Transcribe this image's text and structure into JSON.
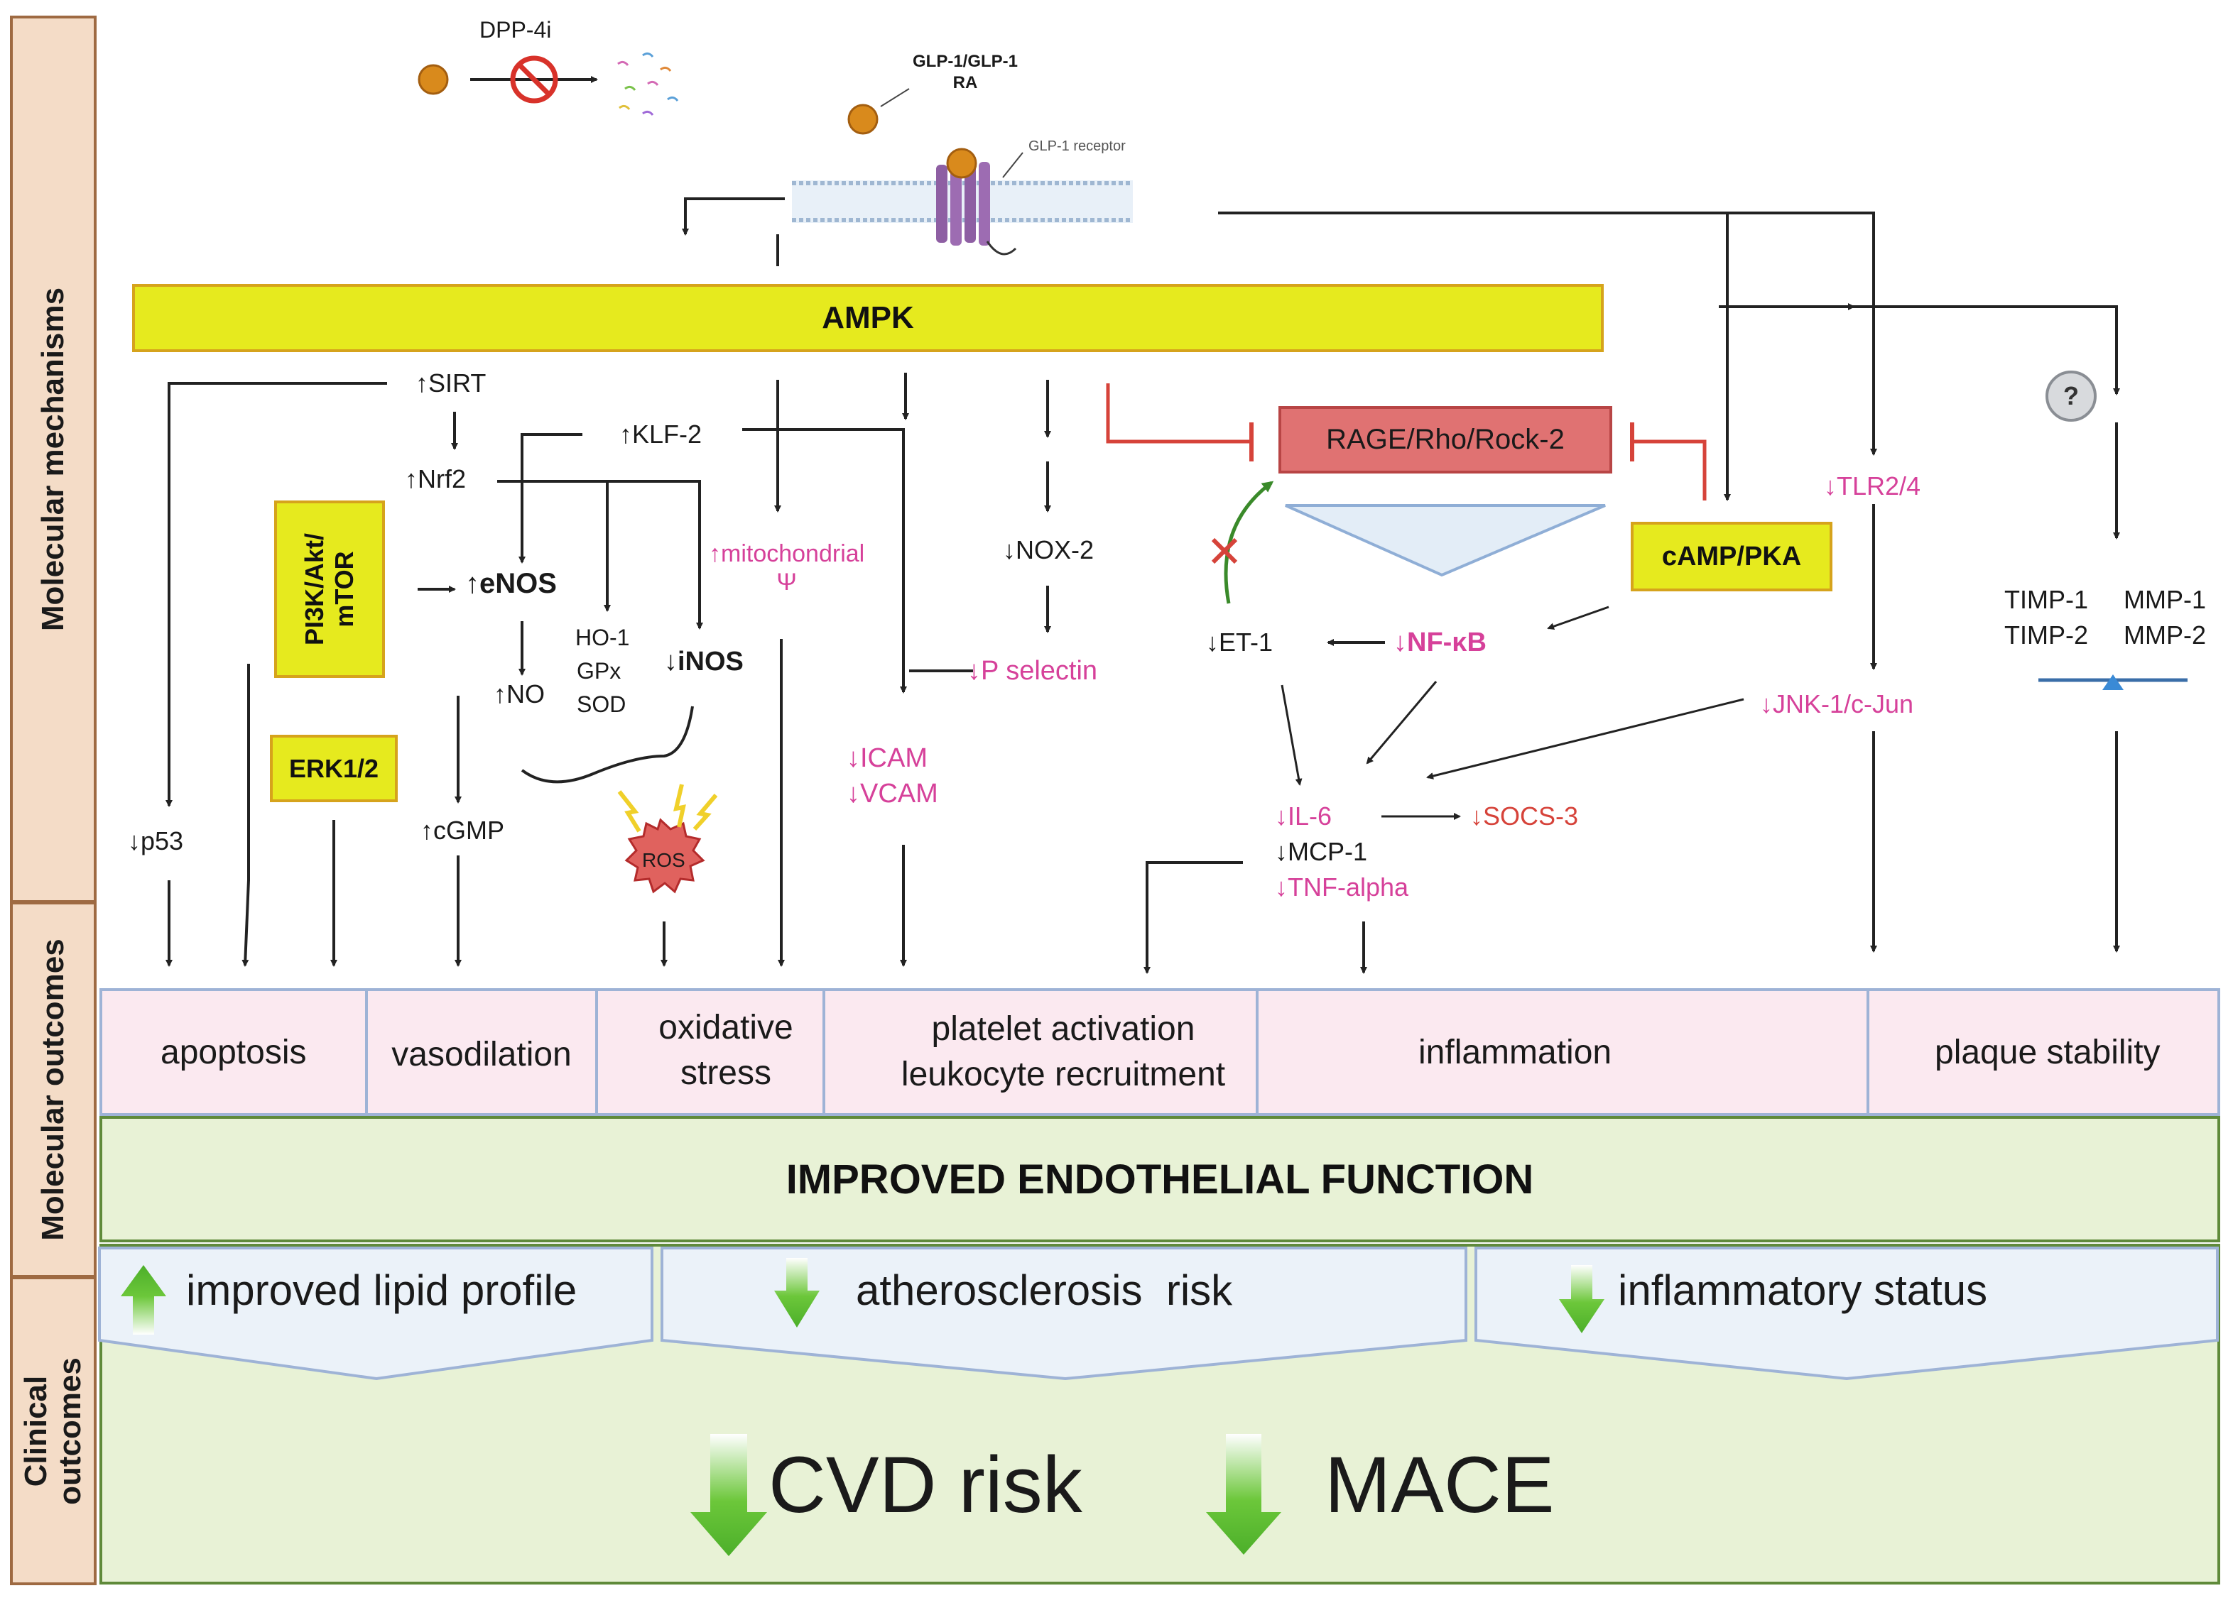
{
  "sidebar": {
    "molecular_mechanisms": "Molecular mechanisms",
    "molecular_outcomes": "Molecular outcomes",
    "clinical_outcomes": "Clinical outcomes"
  },
  "top": {
    "dpp4i": "DPP-4i",
    "glp1_line1": "GLP-1/GLP-1",
    "glp1_line2": "RA",
    "receptor": "GLP-1 receptor"
  },
  "ampk": "AMPK",
  "mechanisms": {
    "sirt": "↑SIRT",
    "nrf2": "↑Nrf2",
    "klf2": "↑KLF-2",
    "pi3k": "PI3K/Akt/ mTOR",
    "erk": "ERK1/2",
    "enos": "↑eNOS",
    "no": "↑NO",
    "ho1": "HO-1",
    "gpx": "GPx",
    "sod": "SOD",
    "inos": "↓iNOS",
    "cgmp": "↑cGMP",
    "p53": "↓p53",
    "ros": "ROS",
    "mito_line1": "↑mitochondrial",
    "mito_line2": "Ψ",
    "nox2": "↓NOX-2",
    "pselectin": "↓P selectin",
    "icam": "↓ICAM",
    "vcam": "↓VCAM",
    "rage": "RAGE/Rho/Rock-2",
    "camp": "cAMP/PKA",
    "et1": "↓ET-1",
    "nfkb": "↓NF-κB",
    "il6": "↓IL-6",
    "socs3": "↓SOCS-3",
    "mcp1": "↓MCP-1",
    "tnf": "↓TNF-alpha",
    "tlr": "↓TLR2/4",
    "jnk": "↓JNK-1/c-Jun",
    "question": "?",
    "timp1": "TIMP-1",
    "timp2": "TIMP-2",
    "mmp1": "MMP-1",
    "mmp2": "MMP-2"
  },
  "outcomes": {
    "apoptosis": "apoptosis",
    "vasodilation": "vasodilation",
    "oxidative_line1": "oxidative",
    "oxidative_line2": "stress",
    "platelet": "platelet activation",
    "leukocyte": "leukocyte recruitment",
    "inflammation": "inflammation",
    "plaque": "plaque stability"
  },
  "improved": "IMPROVED ENDOTHELIAL FUNCTION",
  "clinical": {
    "lipid": "improved lipid profile",
    "athero": "atherosclerosis  risk",
    "inflam_status": "inflammatory status",
    "cvd": "CVD risk",
    "mace": "MACE"
  },
  "colors": {
    "yellow": "#e6ea1e",
    "pink_text": "#d6419a",
    "red_inhibit": "#d6433a",
    "green_arrow": "#5cbf2a",
    "side_bg": "#f4dcc7",
    "outcome_bg": "#fbe9f0",
    "improved_bg": "#e8f2d6"
  }
}
